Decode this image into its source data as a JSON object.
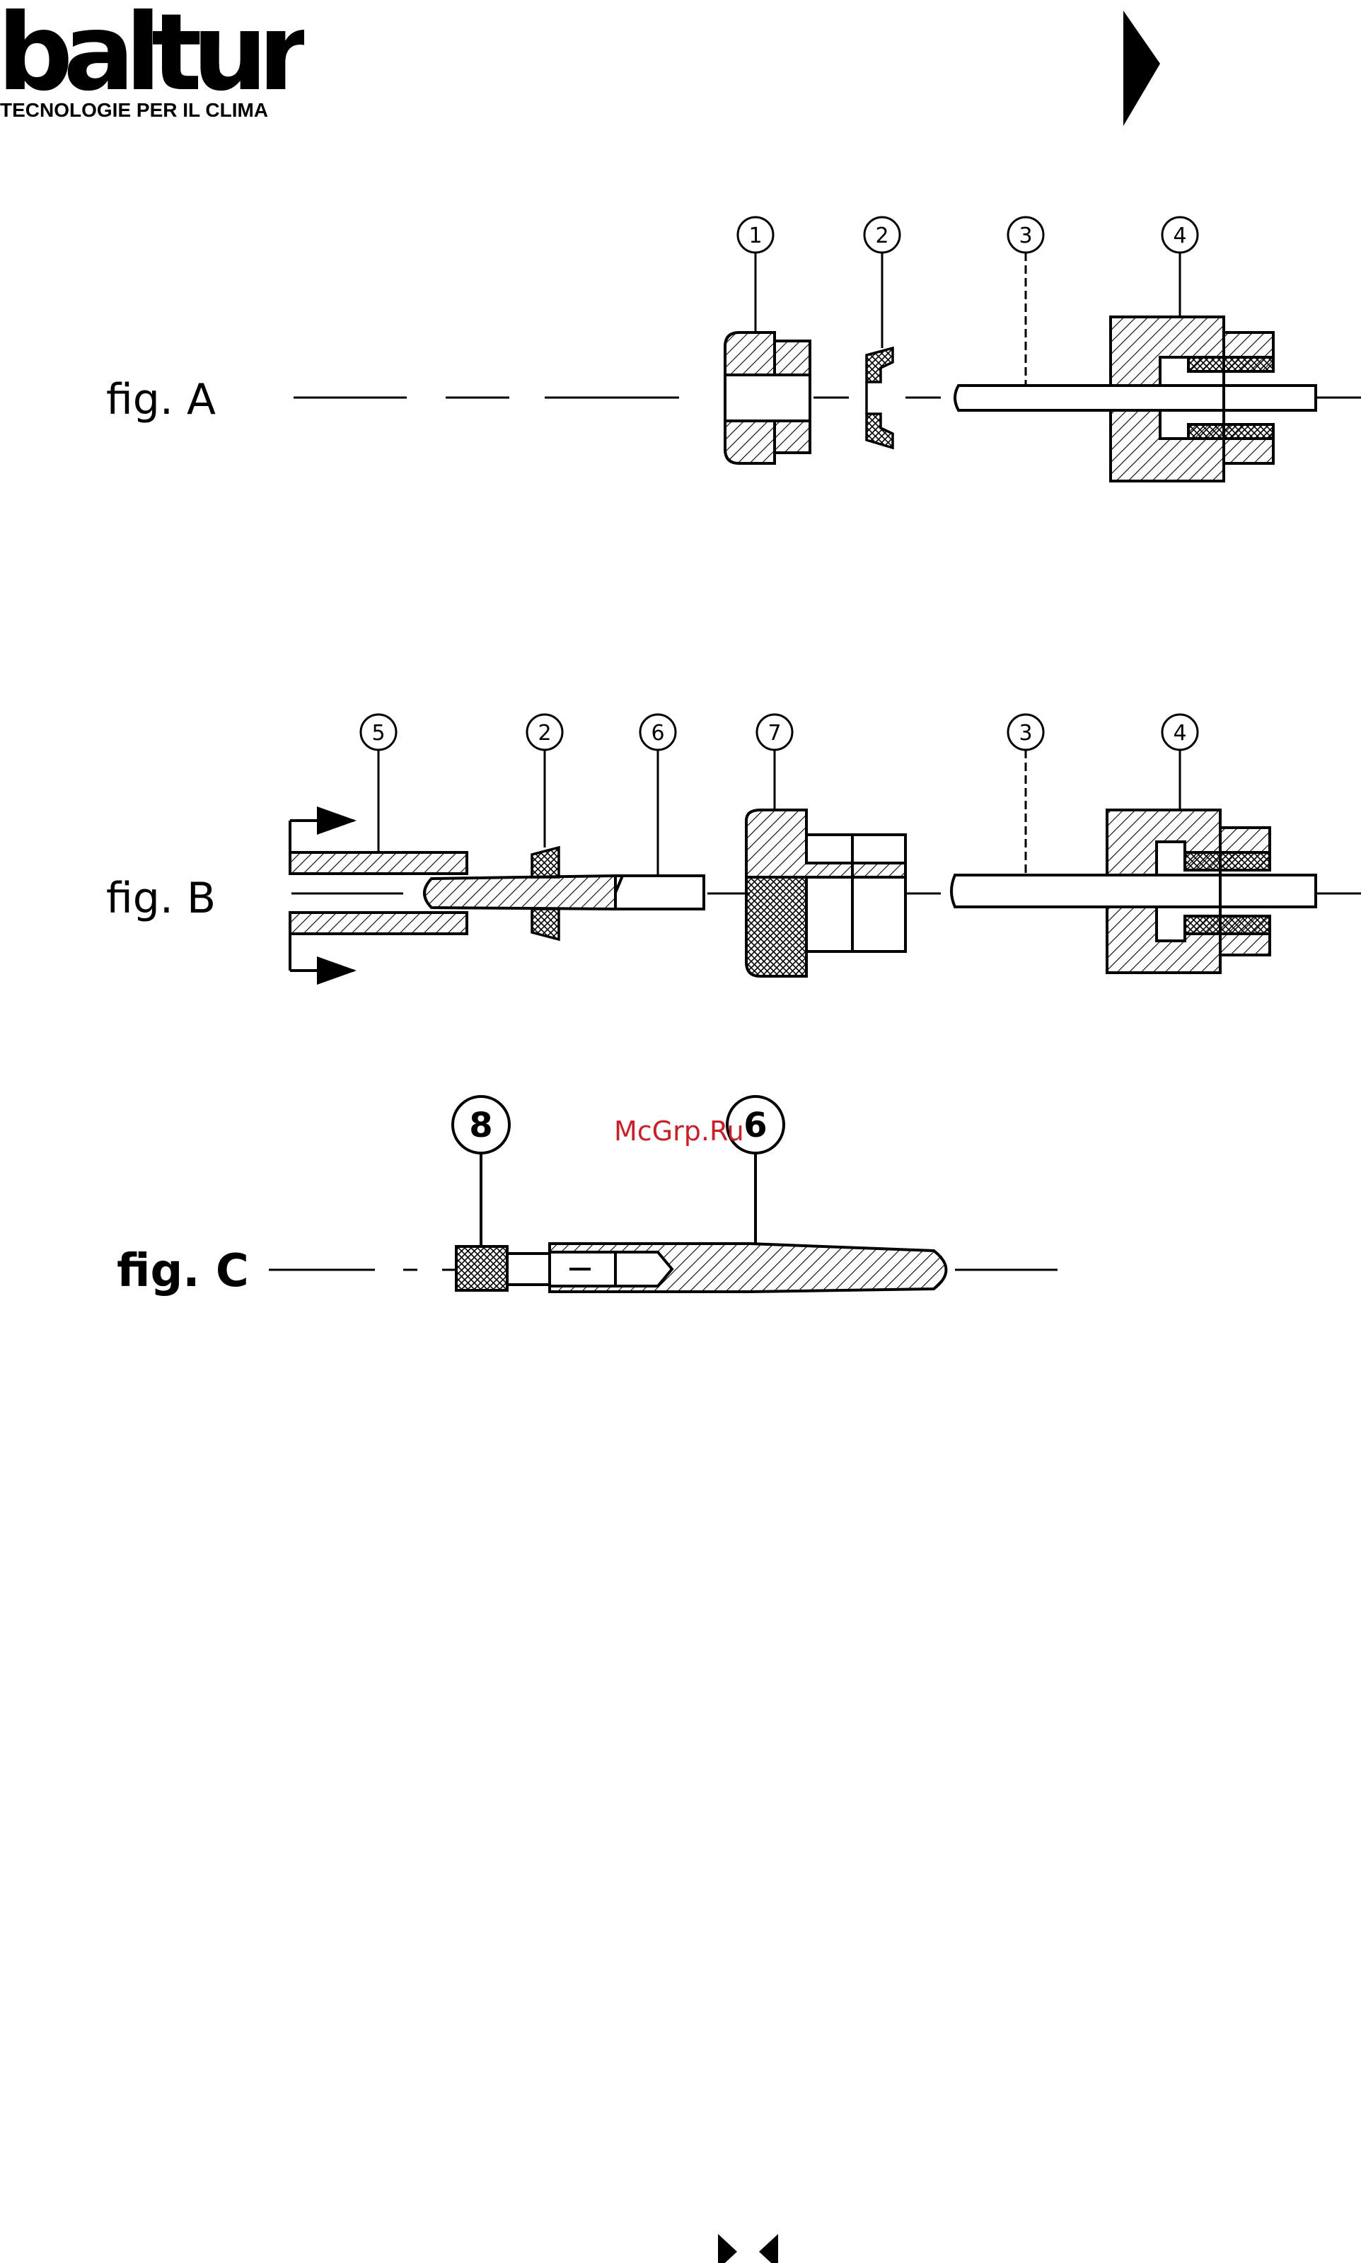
{
  "header": {
    "logo_text": "baltur",
    "tagline": "TECNOLOGIE PER IL CLIMA",
    "next_page_icon": "triangle-right-icon"
  },
  "figures": {
    "fig_a": {
      "label": "fig. A",
      "callouts": [
        "1",
        "2",
        "3",
        "4"
      ]
    },
    "fig_b": {
      "label": "fig. B",
      "callouts": [
        "5",
        "2",
        "6",
        "7",
        "3",
        "4"
      ]
    },
    "fig_c": {
      "label": "fig. C",
      "callouts": [
        "8",
        "6"
      ]
    }
  },
  "watermark": "McGrp.Ru",
  "footer": {
    "nav_icons": [
      "triangle-right-icon",
      "triangle-left-icon"
    ]
  },
  "colors": {
    "ink": "#000000",
    "watermark": "#c8202a",
    "background": "#ffffff"
  }
}
